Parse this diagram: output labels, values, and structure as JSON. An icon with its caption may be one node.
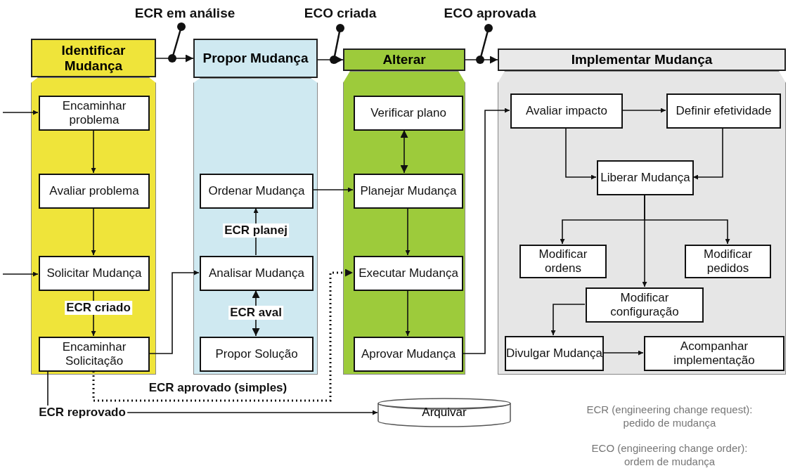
{
  "diagram": {
    "nodes": [
      {
        "text": [
          "Identificar Mudança"
        ]
      },
      {
        "text": [
          "Encaminhar problema"
        ],
        "in": 0
      },
      {
        "text": [
          "Avaliar problema"
        ],
        "in": 0
      },
      {
        "text": [
          "Solicitar Mudança"
        ],
        "in": 0
      },
      {
        "text": [
          "Encaminhar Solicitação"
        ],
        "in": 0
      },
      {
        "text": [
          "Propor Mudança"
        ]
      },
      {
        "text": [
          "Ordenar Mudança"
        ],
        "in": 5
      },
      {
        "text": [
          "Analisar Mudança"
        ],
        "in": 5
      },
      {
        "text": [
          "Propor Solução"
        ],
        "in": 5
      },
      {
        "text": [
          "Alterar"
        ]
      },
      {
        "text": [
          "Verificar plano"
        ],
        "in": 9
      },
      {
        "text": [
          "Planejar Mudança"
        ],
        "in": 9
      },
      {
        "text": [
          "Executar Mudança"
        ],
        "in": 9
      },
      {
        "text": [
          "Aprovar Mudança"
        ],
        "in": 9
      },
      {
        "text": [
          "Implementar Mudança"
        ]
      },
      {
        "text": [
          "Avaliar impacto"
        ],
        "in": 14
      },
      {
        "text": [
          "Definir efetividade"
        ],
        "in": 14
      },
      {
        "text": [
          "Liberar Mudança"
        ],
        "in": 14
      },
      {
        "text": [
          "Modificar ordens"
        ],
        "in": 14
      },
      {
        "text": [
          "Modificar pedidos"
        ],
        "in": 14
      },
      {
        "text": [
          "Modificar configuração"
        ],
        "in": 14
      },
      {
        "text": [
          "Divulgar Mudança"
        ],
        "in": 14
      },
      {
        "text": [
          "Acompanhar implementação"
        ],
        "in": 14
      },
      {
        "text": [
          "Arquivar"
        ]
      }
    ],
    "edges": [
      {
        "from": 0,
        "to": 5,
        "arrow": "to",
        "label": "ECR em análise"
      },
      {
        "from": 5,
        "to": 9,
        "arrow": "to",
        "label": "ECO criada"
      },
      {
        "from": 9,
        "to": 14,
        "arrow": "to",
        "label": "ECO aprovada"
      },
      {
        "from": null,
        "to": 1,
        "arrow": "to"
      },
      {
        "from": null,
        "to": 3,
        "arrow": "to"
      },
      {
        "from": 1,
        "to": 2,
        "arrow": "to"
      },
      {
        "from": 2,
        "to": 3,
        "arrow": "to"
      },
      {
        "from": 3,
        "to": 4,
        "arrow": "to",
        "label": "ECR criado"
      },
      {
        "from": 4,
        "to": 7,
        "arrow": "to"
      },
      {
        "from": 7,
        "to": 6,
        "arrow": "to",
        "label": "ECR planej"
      },
      {
        "from": 7,
        "to": 8,
        "arrow": "both",
        "label": "ECR aval"
      },
      {
        "from": 4,
        "to": 12,
        "arrow": "to",
        "style": "dashed",
        "label": "ECR aprovado (simples)"
      },
      {
        "from": 4,
        "to": 23,
        "arrow": "to",
        "label": "ECR reprovado"
      },
      {
        "from": 6,
        "to": 11,
        "arrow": "to"
      },
      {
        "from": 10,
        "to": 11,
        "arrow": "both"
      },
      {
        "from": 11,
        "to": 12,
        "arrow": "to"
      },
      {
        "from": 12,
        "to": 13,
        "arrow": "to"
      },
      {
        "from": 13,
        "to": 15,
        "arrow": "to"
      },
      {
        "from": 15,
        "to": 16,
        "arrow": "to"
      },
      {
        "from": 15,
        "to": 17,
        "arrow": "to"
      },
      {
        "from": 16,
        "to": 17,
        "arrow": "to"
      },
      {
        "from": 17,
        "to": 18,
        "arrow": "to"
      },
      {
        "from": 17,
        "to": 19,
        "arrow": "to"
      },
      {
        "from": 17,
        "to": 20,
        "arrow": "to"
      },
      {
        "from": 20,
        "to": 21,
        "arrow": "to"
      },
      {
        "from": 21,
        "to": 22,
        "arrow": "to"
      }
    ],
    "labels": [
      "ECR (engineering change request): pedido de mudança",
      "ECO (engineering change order): ordem de mudança"
    ]
  }
}
